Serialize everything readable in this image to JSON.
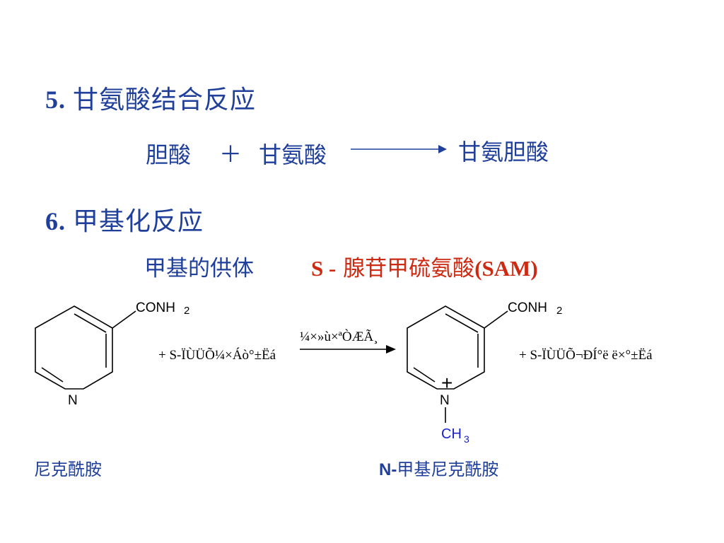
{
  "slide": {
    "section5": {
      "number": "5.",
      "title": "甘氨酸结合反应"
    },
    "equation5": {
      "reactant1": "胆酸",
      "plus": "＋",
      "reactant2": "甘氨酸",
      "product": "甘氨胆酸"
    },
    "section6": {
      "number": "6.",
      "title": "甲基化反应"
    },
    "donor": {
      "label": "甲基的供体",
      "sam_prefix": "S -",
      "sam_name": "腺苷甲硫氨酸",
      "sam_abbr": "(SAM)"
    },
    "scheme": {
      "left_group": "CONH",
      "left_group_sub": "2",
      "left_n": "N",
      "reagent_text": "+  S-ÏÙÜÕ¼×Áò°±Ëá",
      "arrow_label": "¼×»ù×ªÒÆÃ¸",
      "right_group": "CONH",
      "right_group_sub": "2",
      "right_plus": "+",
      "right_n": "N",
      "methyl": "CH",
      "methyl_sub": "3",
      "byproduct_text": "+  S-ÏÙÜÕ¬ÐÍ°ë ë×°±Ëá"
    },
    "captions": {
      "left": "尼克酰胺",
      "right_prefix": "N-",
      "right": "甲基尼克酰胺"
    }
  },
  "colors": {
    "text_blue": "#1f3f9a",
    "sam_red": "#cc2a12",
    "methyl_blue": "#1c22c8"
  }
}
